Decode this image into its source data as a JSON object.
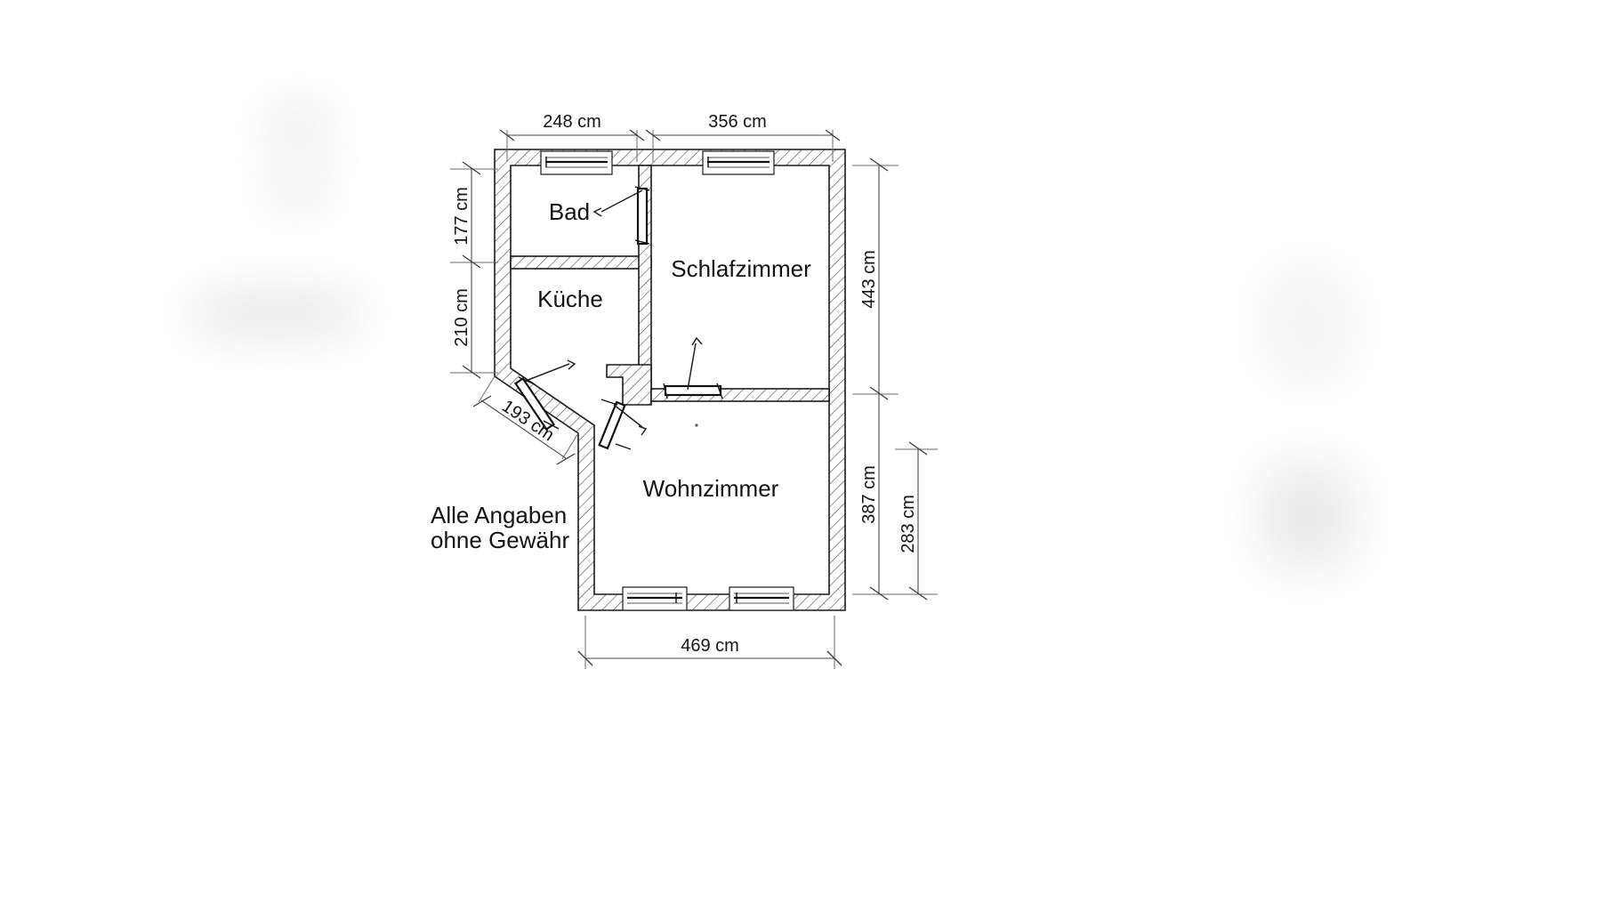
{
  "document": {
    "type": "floor-plan",
    "language": "de",
    "disclaimer_line_1": "Alle Angaben",
    "disclaimer_line_2": "ohne Gewähr"
  },
  "rooms": [
    {
      "id": "bad",
      "label": "Bad"
    },
    {
      "id": "kueche",
      "label": "Küche"
    },
    {
      "id": "schlafzimmer",
      "label": "Schlafzimmer"
    },
    {
      "id": "wohnzimmer",
      "label": "Wohnzimmer"
    }
  ],
  "dimensions": {
    "top": [
      {
        "id": "top-left",
        "value": "248 cm"
      },
      {
        "id": "top-right",
        "value": "356 cm"
      }
    ],
    "left": [
      {
        "id": "left-upper",
        "value": "177 cm"
      },
      {
        "id": "left-lower",
        "value": "210 cm"
      }
    ],
    "diagonal": [
      {
        "id": "diagonal-bevel",
        "value": "193 cm"
      }
    ],
    "right": [
      {
        "id": "right-outer-upper",
        "value": "443 cm"
      },
      {
        "id": "right-outer-lower",
        "value": "387 cm"
      },
      {
        "id": "right-inner-lower",
        "value": "283 cm"
      }
    ],
    "bottom": [
      {
        "id": "bottom-overall",
        "value": "469 cm"
      }
    ]
  },
  "colors": {
    "line": "#1a1a1a",
    "dimension_line": "#4a4a4a",
    "text": "#141414",
    "background": "#ffffff",
    "wall_hatch": "#3a3a3a"
  },
  "features": {
    "windows": [
      {
        "id": "window-bad-north"
      },
      {
        "id": "window-schlafzimmer-north"
      },
      {
        "id": "window-wohnzimmer-south-left"
      },
      {
        "id": "window-wohnzimmer-south-right"
      }
    ],
    "doors": [
      {
        "id": "door-bad"
      },
      {
        "id": "door-kueche"
      },
      {
        "id": "door-schlafzimmer"
      },
      {
        "id": "door-wohnzimmer"
      }
    ]
  }
}
